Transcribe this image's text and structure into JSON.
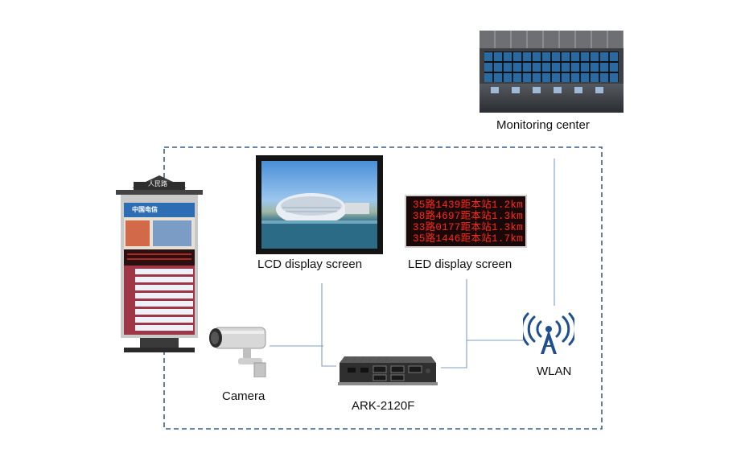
{
  "nodes": {
    "monitoring_center": "Monitoring center",
    "lcd_screen": "LCD display screen",
    "led_screen": "LED display screen",
    "wlan": "WLAN",
    "camera": "Camera",
    "ark": "ARK-2120F"
  },
  "sign": {
    "station": "人民路",
    "brand": "中国电信"
  },
  "led_rows": [
    {
      "route": "35路",
      "bus": "1439",
      "msg": "距本站",
      "dist": "1.2km"
    },
    {
      "route": "38路",
      "bus": "4697",
      "msg": "距本站",
      "dist": "1.3km"
    },
    {
      "route": "33路",
      "bus": "0177",
      "msg": "距本站",
      "dist": "1.3km"
    },
    {
      "route": "35路",
      "bus": "1446",
      "msg": "距本站",
      "dist": "1.7km"
    }
  ],
  "colors": {
    "boundary": "#3d5f86",
    "connector": "#7d9fc8",
    "led_text": "#ff2a1a",
    "wlan_icon": "#1f4f8f"
  },
  "icons": [
    "antenna-icon",
    "camera-icon",
    "computer-box-icon",
    "bus-stop-sign-icon"
  ]
}
